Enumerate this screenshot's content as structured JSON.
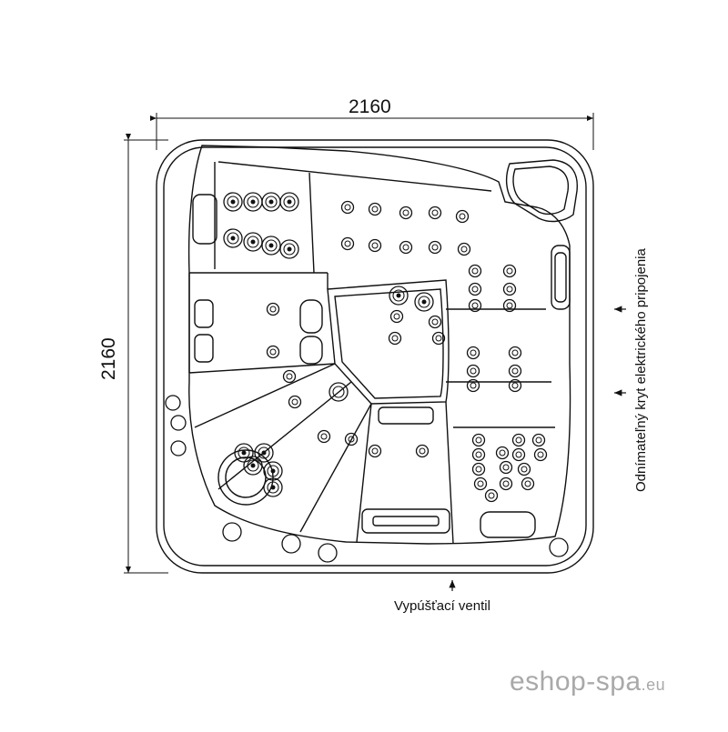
{
  "dimensions": {
    "width_label": "2160",
    "height_label": "2160"
  },
  "notes": {
    "drain_valve": "Vypúšťací ventil",
    "electrical_cover": "Odnímateľný kryt elektrického pripojenia"
  },
  "watermark": {
    "main": "eshop-spa",
    "tld": ".eu"
  },
  "colors": {
    "line": "#111111",
    "watermark": "#a9a9a9"
  }
}
